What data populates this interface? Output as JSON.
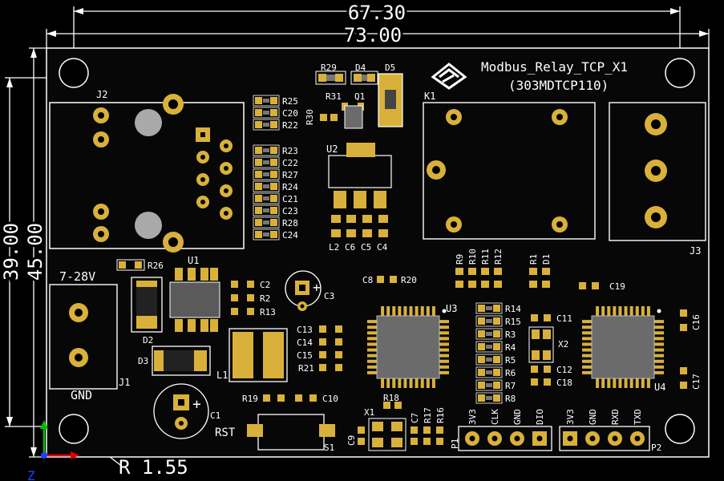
{
  "dimensions": {
    "width_outer": "67.30",
    "width_board": "73.00",
    "height_inner": "39.00",
    "height_board": "45.00",
    "hole_radius": "R 1.55",
    "axis_z_label": "Z"
  },
  "board": {
    "title": "Modbus_Relay_TCP_X1",
    "part_number": "(303MDTCP110)"
  },
  "labels": {
    "J2": "J2",
    "K1": "K1",
    "J3": "J3",
    "U1": "U1",
    "U2": "U2",
    "U3": "U3",
    "U4": "U4",
    "J1": "J1",
    "D2": "D2",
    "D3": "D3",
    "L1": "L1",
    "C1": "C1",
    "C3": "C3",
    "S1": "S1",
    "X1": "X1",
    "X2": "X2",
    "P1": "P1",
    "P2": "P2",
    "Q1": "Q1",
    "R29": "R29",
    "D4": "D4",
    "D5": "D5",
    "R31": "R31",
    "R30": "R30",
    "R26": "R26",
    "C2": "C2",
    "R2": "R2",
    "R13": "R13",
    "C13": "C13",
    "C14": "C14",
    "C15": "C15",
    "R21": "R21",
    "R19": "R19",
    "C10": "C10",
    "R18": "R18",
    "C9": "C9",
    "C7": "C7",
    "R17": "R17",
    "R16": "R16",
    "C8": "C8",
    "R20": "R20",
    "L2": "L2",
    "C6": "C6",
    "C5": "C5",
    "C4": "C4",
    "C19": "C19",
    "C16": "C16",
    "C17": "C17",
    "C11": "C11",
    "C12": "C12",
    "C18": "C18",
    "R1": "R1",
    "D1": "D1",
    "R9": "R9",
    "R10": "R10",
    "R11": "R11",
    "R12": "R12"
  },
  "resistor_column_left": [
    "R25",
    "C20",
    "R22"
  ],
  "resistor_column_mid": [
    "R23",
    "C22",
    "R27",
    "R24",
    "C21",
    "C23",
    "R28",
    "C24"
  ],
  "resistor_column_right": [
    "R14",
    "R15",
    "R3",
    "R4",
    "R5",
    "R6",
    "R7",
    "R8"
  ],
  "power_label": "7-28V",
  "gnd_label": "GND",
  "reset_label": "RST",
  "header_p1": [
    "3V3",
    "CLK",
    "GND",
    "DIO"
  ],
  "header_p2": [
    "3V3",
    "GND",
    "RXD",
    "TXD"
  ],
  "colors": {
    "board": "#070707",
    "outline": "#ffffff",
    "pad": "#d9b13a",
    "pad_dark": "#b8901f",
    "silk": "#ffffff",
    "chip": "#6b6b6b",
    "hole": "#a9a9a9"
  }
}
